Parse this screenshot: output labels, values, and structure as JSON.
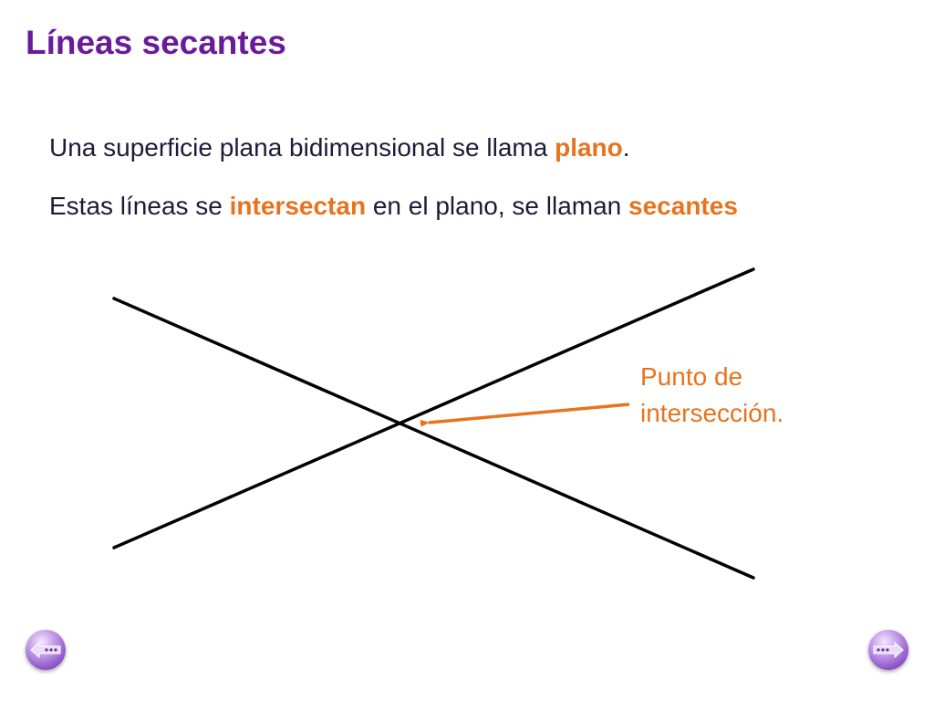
{
  "title": "Líneas secantes",
  "text1": {
    "pre": "Una superficie plana bidimensional se llama ",
    "hl": "plano",
    "post": "."
  },
  "text2": {
    "p1": "Estas líneas se ",
    "hl1": "intersectan",
    "p2": " en el plano, se llaman ",
    "hl2": "secantes"
  },
  "annotation": {
    "line1": "Punto de",
    "line2": "intersección."
  },
  "colors": {
    "title": "#6a1b9a",
    "highlight": "#e8731e",
    "line": "#000000"
  },
  "nav": {
    "prev_icon": "back-arrow-icon",
    "next_icon": "forward-arrow-icon"
  }
}
